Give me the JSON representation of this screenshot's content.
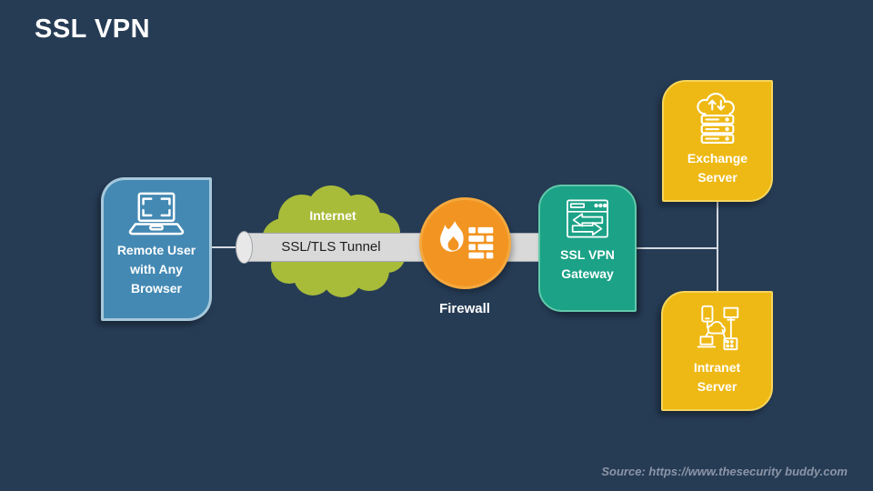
{
  "slide": {
    "title": "SSL VPN",
    "source_credit": "Source: https://www.thesecurity buddy.com"
  },
  "diagram": {
    "remote_user": {
      "label": "Remote User with Any Browser",
      "icon": "laptop-icon"
    },
    "internet_cloud": {
      "label": "Internet",
      "icon": "cloud-shape"
    },
    "tunnel": {
      "label": "SSL/TLS Tunnel"
    },
    "firewall": {
      "label": "Firewall",
      "icon": "flame-bricks-icon"
    },
    "ssl_vpn_gateway": {
      "label": "SSL VPN Gateway",
      "icon": "browser-sync-icon"
    },
    "exchange_server": {
      "label": "Exchange Server",
      "icon": "cloud-servers-icon"
    },
    "intranet_server": {
      "label": "Intranet Server",
      "icon": "network-devices-icon"
    }
  },
  "colors": {
    "background": "#263C55",
    "remote_user_blue": "#4489B3",
    "internet_green": "#A8BC3A",
    "firewall_orange": "#F29421",
    "gateway_teal": "#1BA287",
    "server_yellow": "#EEB914",
    "tunnel_gray": "#D9D9D9",
    "connector": "#D5DAE0",
    "title_text": "#FFFFFF",
    "source_text": "#8C95A6"
  }
}
